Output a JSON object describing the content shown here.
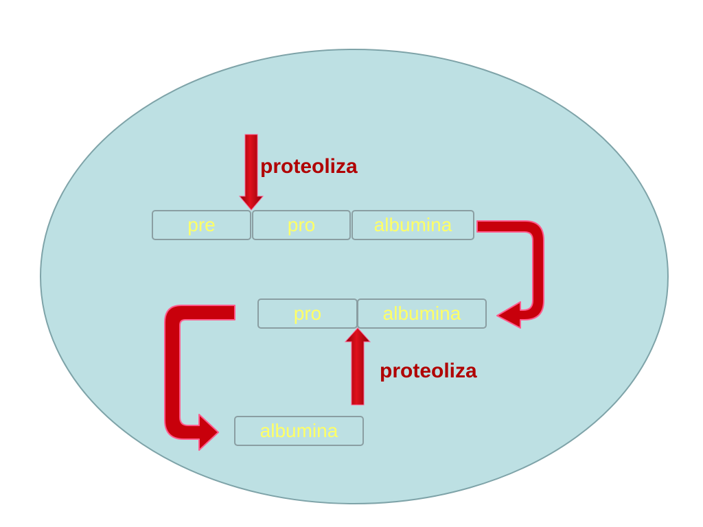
{
  "colors": {
    "cell_fill": "#bde0e3",
    "cell_stroke": "#7ea3a8",
    "arrow": "#c8000b",
    "arrow_outline": "#ff5a8c",
    "segment_text": "#ffff66",
    "label_text": "#b00000"
  },
  "row1": {
    "pre": "pre",
    "pro": "pro",
    "albumina": "albumina"
  },
  "row2": {
    "pro": "pro",
    "albumina": "albumina"
  },
  "row3": {
    "albumina": "albumina"
  },
  "labels": {
    "proteoliza_top": "proteoliza",
    "proteoliza_bottom": "proteoliza"
  }
}
